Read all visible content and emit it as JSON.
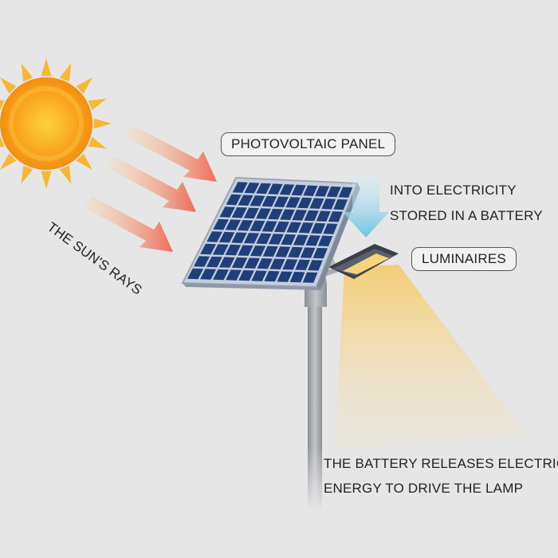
{
  "labels": {
    "photovoltaic_panel": "PHOTOVOLTAIC PANEL",
    "luminaires": "LUMINAIRES",
    "into_electricity_line1": "INTO ELECTRICITY",
    "into_electricity_line2": "STORED IN A BATTERY",
    "release_line1": "THE BATTERY RELEASES ELECTRICAL",
    "release_line2": "ENERGY TO DRIVE THE LAMP",
    "suns_rays": "THE SUN'S RAYS"
  },
  "colors": {
    "background": "#e6e6e7",
    "sun_core": "#f9a11b",
    "sun_rays": "#f7b733",
    "ray_arrow_start": "#f8dca8",
    "ray_arrow_end": "#ee6b5c",
    "panel_cell": "#1e3f7a",
    "panel_grid": "#c9d6ea",
    "flow_arrow": "#8fd0e6",
    "pole": "#9a9ea3",
    "light_beam": "#f5d98a"
  },
  "icons": [
    "sun-icon",
    "solar-panel-icon",
    "street-lamp-icon",
    "down-arrow-icon",
    "ray-arrow-icon"
  ]
}
